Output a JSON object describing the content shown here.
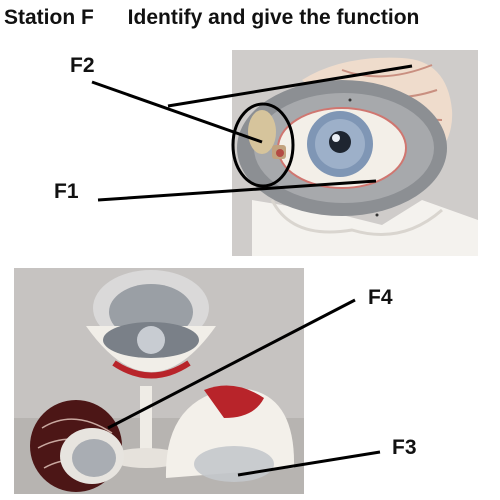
{
  "header": {
    "station": "Station F",
    "instruction": "Identify and give the function"
  },
  "labels": {
    "f1": "F1",
    "f2": "F2",
    "f3": "F3",
    "f4": "F4"
  },
  "photos": {
    "top": "eye model in orbit, front view",
    "bottom": "disassembled eye model"
  },
  "colors": {
    "leader_line": "#000000",
    "photo_bg": "#c9c6c4",
    "sclera": "#f0ece6",
    "iris": "#7f96b5",
    "muscle_red": "#b8242a",
    "choroid": "#5a1c1c"
  }
}
